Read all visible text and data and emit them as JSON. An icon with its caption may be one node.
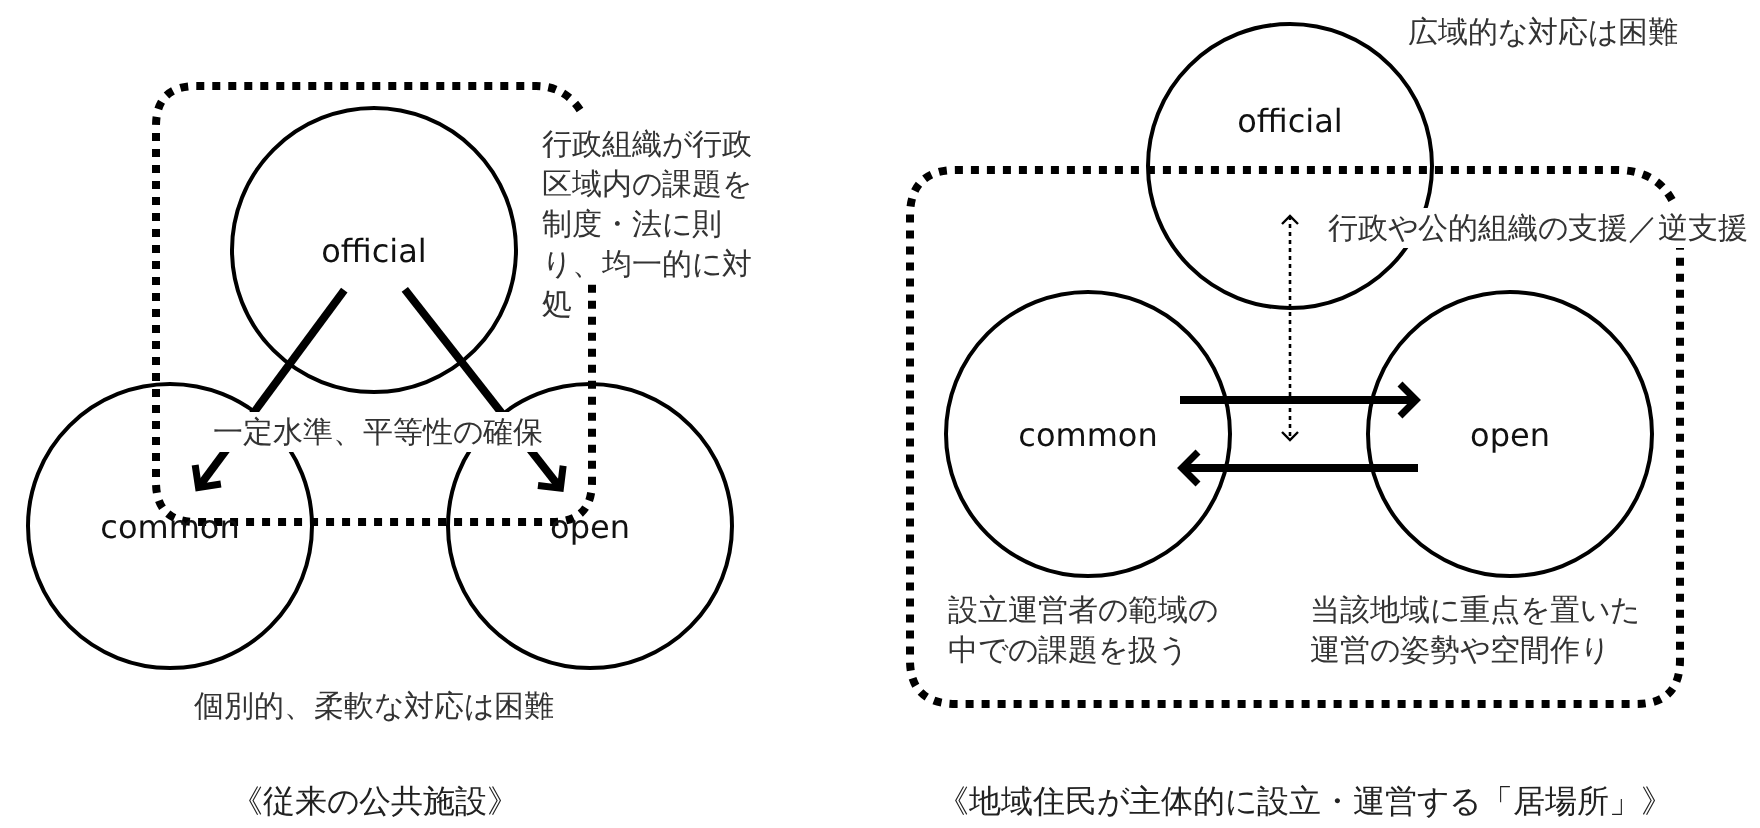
{
  "diagram": {
    "nodes": [
      {
        "text": [
          "official"
        ]
      },
      {
        "text": [
          "common"
        ]
      },
      {
        "text": [
          "open"
        ]
      },
      {
        "text": [
          "official"
        ]
      },
      {
        "text": [
          "common"
        ]
      },
      {
        "text": [
          "open"
        ]
      }
    ],
    "edges": [
      {
        "from": 0,
        "to": 1,
        "arrow": "to"
      },
      {
        "from": 0,
        "to": 2,
        "arrow": "to"
      },
      {
        "from": 4,
        "to": 5,
        "arrow": "to"
      },
      {
        "from": 5,
        "to": 4,
        "arrow": "to"
      },
      {
        "from": 3,
        "to": null,
        "arrow": "both",
        "style": "dashed"
      }
    ],
    "labels": [
      "行政組織が行政区域内の課題を制度・法に則り、均一的に対処",
      "一定水準、平等性の確保",
      "個別的、柔軟な対応は困難",
      "《従来の公共施設》",
      "広域的な対応は困難",
      "行政や公的組織の支援／逆支援",
      "設立運営者の範域の中での課題を扱う",
      "当該地域に重点を置いた運営の姿勢や空間作り",
      "《地域住民が主体的に設立・運営する「居場所」》"
    ]
  }
}
